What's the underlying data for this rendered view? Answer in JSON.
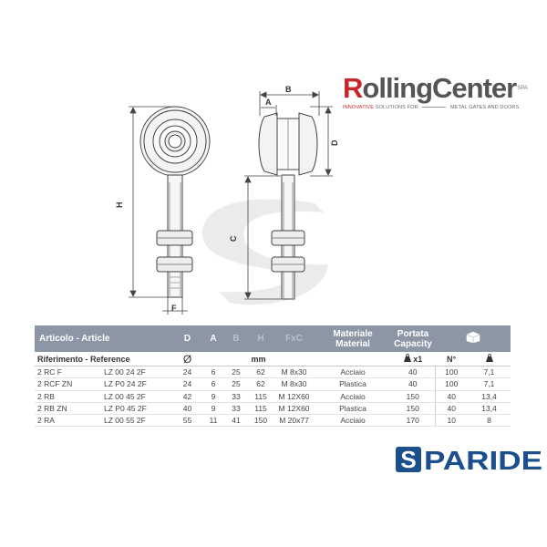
{
  "logo": {
    "brand": "RollingCenter",
    "brand_r": "R",
    "brand_rest": "olling",
    "brand_center": "Center",
    "brand_suffix": "SPA",
    "tagline_red": "INNOVATIVE",
    "tagline_rest": " SOLUTIONS FOR",
    "tagline_right": "METAL GATES AND DOORS"
  },
  "drawing": {
    "dims": {
      "h": "H",
      "f": "F",
      "a": "A",
      "b": "B",
      "c": "C",
      "d": "D"
    }
  },
  "table": {
    "headers": {
      "article": "Articolo - Article",
      "d": "D",
      "a": "A",
      "b": "B",
      "h": "H",
      "fxc": "FxC",
      "material_it": "Materiale",
      "material_en": "Material",
      "capacity_it": "Portata",
      "capacity_en": "Capacity"
    },
    "subheaders": {
      "reference": "Riferimento - Reference",
      "diameter_symbol": "Ø",
      "mm": "mm",
      "per_unit": "x1",
      "number": "N°"
    },
    "rows": [
      {
        "article": "2 RC F",
        "ref": "LZ 00 24 2F",
        "d": "24",
        "a": "6",
        "b": "25",
        "h": "62",
        "fxc": "M 8x30",
        "material": "Acciaio",
        "capacity": "40",
        "n": "100",
        "weight": "7,1"
      },
      {
        "article": "2 RCF ZN",
        "ref": "LZ P0 24 2F",
        "d": "24",
        "a": "6",
        "b": "25",
        "h": "62",
        "fxc": "M 8x30",
        "material": "Plastica",
        "capacity": "40",
        "n": "100",
        "weight": "7,1"
      },
      {
        "article": "2 RB",
        "ref": "LZ 00 45 2F",
        "d": "42",
        "a": "9",
        "b": "33",
        "h": "115",
        "fxc": "M 12X60",
        "material": "Acciaio",
        "capacity": "150",
        "n": "40",
        "weight": "13,4"
      },
      {
        "article": "2 RB ZN",
        "ref": "LZ P0 45 2F",
        "d": "40",
        "a": "9",
        "b": "33",
        "h": "115",
        "fxc": "M 12X60",
        "material": "Plastica",
        "capacity": "150",
        "n": "40",
        "weight": "13,4"
      },
      {
        "article": "2 RA",
        "ref": "LZ 00 55 2F",
        "d": "55",
        "a": "11",
        "b": "41",
        "h": "150",
        "fxc": "M 20x77",
        "material": "Acciaio",
        "capacity": "170",
        "n": "10",
        "weight": "8"
      }
    ]
  },
  "brand2": {
    "name": "PARIDE",
    "name_s": "S",
    "name_rest": "PARIDE"
  },
  "colors": {
    "accent_red": "#c8282d",
    "header_gray": "#8d96a5",
    "paride_blue": "#1c4f8e"
  }
}
